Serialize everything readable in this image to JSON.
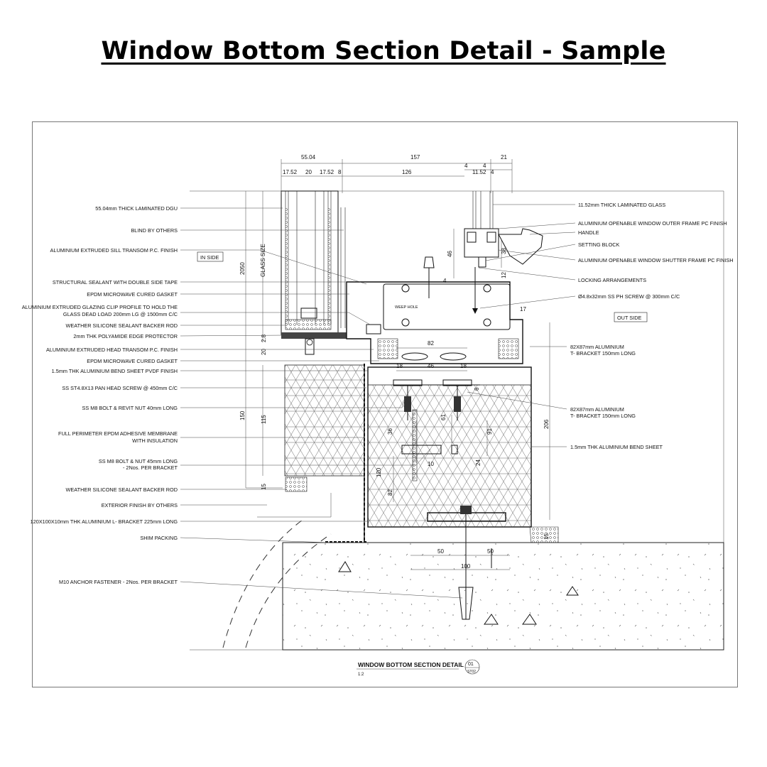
{
  "title": "Window Bottom Section Detail - Sample",
  "drawing": {
    "side_labels": {
      "inside": "IN SIDE",
      "outside": "OUT SIDE",
      "weep_hole": "WEEP HOLE"
    },
    "left_labels": [
      "55.04mm THICK LAMINATED DGU",
      "BLIND BY OTHERS",
      "ALUMINIUM EXTRUDED SILL TRANSOM P.C. FINISH",
      "STRUCTURAL SEALANT WITH DOUBLE SIDE TAPE",
      "EPDM MICROWAVE CURED GASKET",
      "ALUMINIUM EXTRUDED GLAZING CLIP PROFILE TO HOLD THE",
      "GLASS DEAD LOAD 200mm LG @ 1500mm C/C",
      "WEATHER SILICONE SEALANT BACKER ROD",
      "2mm THK POLYAMIDE EDGE PROTECTOR",
      "ALUMINIUM EXTRUDED HEAD TRANSOM P.C. FINISH",
      "EPDM MICROWAVE CURED GASKET",
      "1.5mm THK ALUMINIUM BEND SHEET PVDF FINISH",
      "SS ST4.8X13 PAN HEAD SCREW @ 450mm C/C",
      "SS M8 BOLT & REVIT NUT 40mm LONG",
      "FULL PERIMETER EPDM ADHESIVE MEMBRANE",
      "WITH INSULATION",
      "SS M8 BOLT & NUT 45mm LONG",
      "- 2Nos. PER BRACKET",
      "WEATHER SILICONE SEALANT BACKER ROD",
      "EXTERIOR FINISH BY OTHERS",
      "120X100X10mm THK ALUMINIUM L- BRACKET 225mm LONG",
      "SHIM PACKING",
      "M10 ANCHOR FASTENER - 2Nos. PER BRACKET"
    ],
    "right_labels": [
      "11.52mm THICK LAMINATED GLASS",
      "ALUMINIUM OPENABLE WINDOW OUTER FRAME PC FINISH",
      "HANDLE",
      "SETTING BLOCK",
      "ALUMINIUM OPENABLE WINDOW SHUTTER FRAME PC FINISH",
      "LOCKING ARRANGEMENTS",
      "Ø4.8x32mm SS PH SCREW @ 300mm C/C",
      "82X87mm ALUMINIUM",
      "T- BRACKET 150mm LONG",
      "82X87mm ALUMINIUM",
      "T- BRACKET 150mm LONG",
      "1.5mm THK ALUMINIUM BEND SHEET"
    ],
    "dimensions": {
      "d55": "55.04",
      "d157": "157",
      "d21": "21",
      "d17a": "17.52",
      "d20": "20",
      "d17b": "17.52",
      "d8": "8",
      "d126": "126",
      "d4a": "4",
      "d4b": "4",
      "d1152": "11.52",
      "d4c": "4",
      "d2050": "2050",
      "glass_size": "GLASS SIZE",
      "d46v": "46",
      "d38": "38",
      "d12": "12",
      "d4v": "4",
      "d17": "17",
      "d82": "82",
      "d18a": "18",
      "d46": "46",
      "d18b": "18",
      "d6": "6",
      "d28": "2.8",
      "d20v": "20",
      "d150": "150",
      "d115": "115",
      "d36": "36",
      "d61": "61",
      "d91": "91",
      "d10": "10",
      "d24": "24",
      "d120": "120",
      "d82v": "82",
      "d206": "206",
      "d15a": "15",
      "d15b": "15",
      "d50a": "50",
      "d50b": "50",
      "d100": "100"
    },
    "caption": {
      "title": "WINDOW BOTTOM SECTION DETAIL",
      "scale": "1:2",
      "number": "01",
      "sheet": "ST02"
    }
  }
}
